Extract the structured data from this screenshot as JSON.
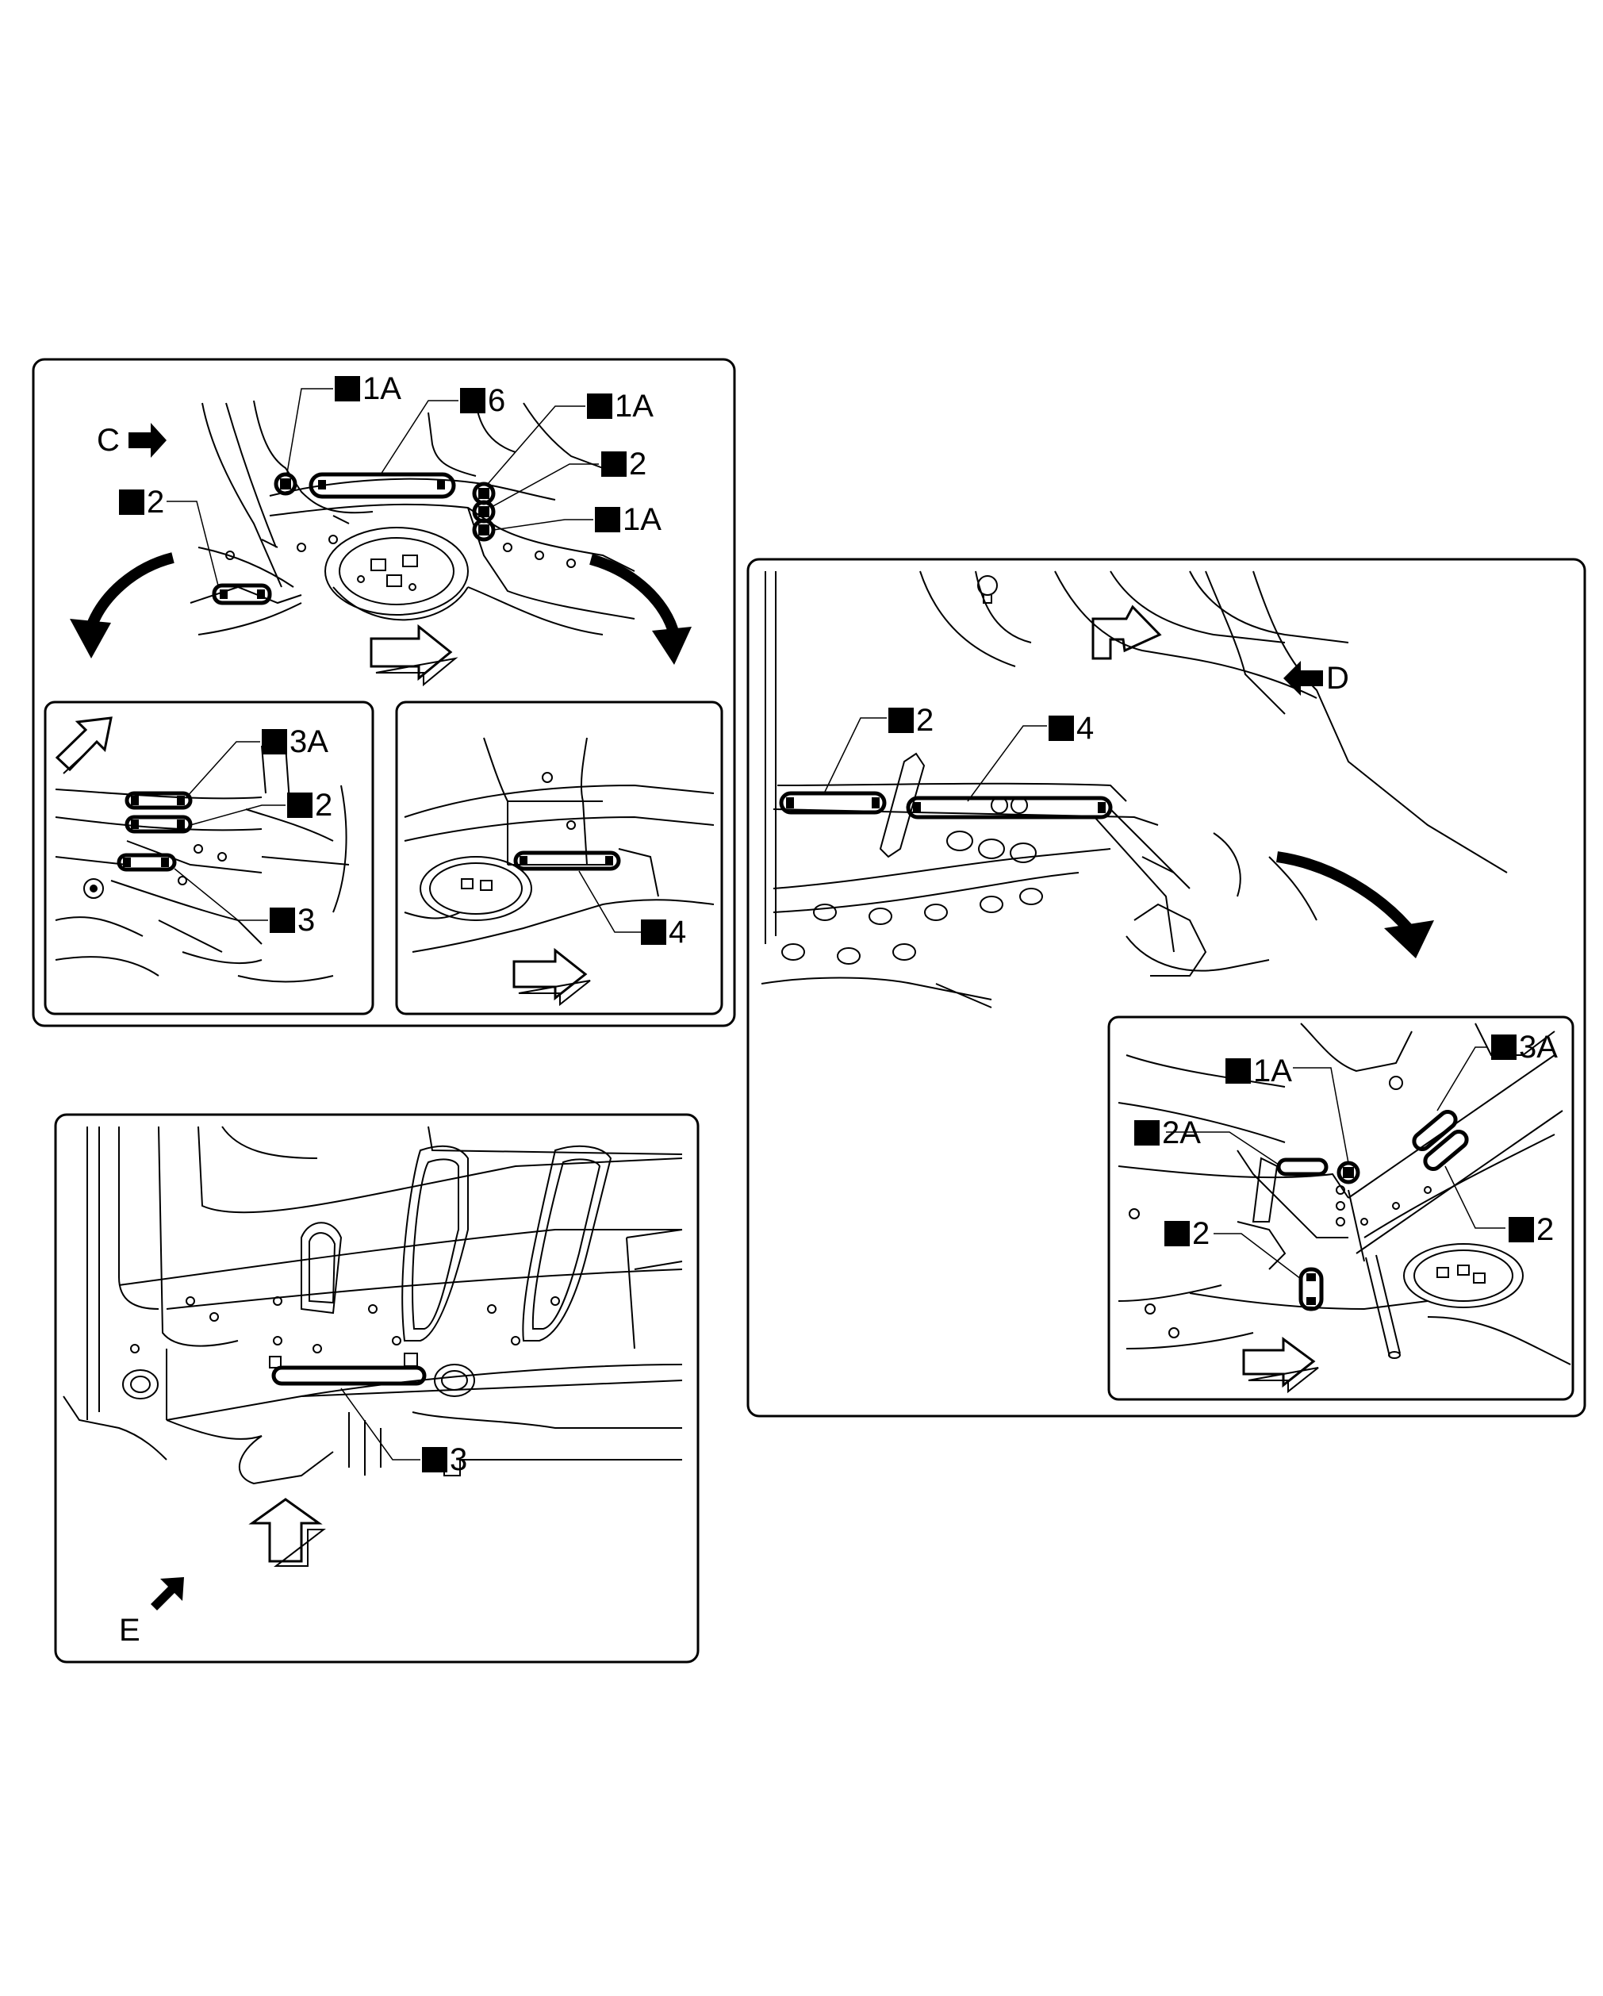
{
  "panel_top_left": {
    "view_marker": "C",
    "labels": {
      "l1": "1A",
      "l2": "6",
      "l3": "1A",
      "l4": "2",
      "l5": "1A",
      "l6": "2"
    }
  },
  "panel_sub_left": {
    "labels": {
      "l1": "3A",
      "l2": "2",
      "l3": "3"
    }
  },
  "panel_sub_right": {
    "labels": {
      "l1": "4"
    }
  },
  "panel_right": {
    "view_marker": "D",
    "labels": {
      "l1": "2",
      "l2": "4"
    }
  },
  "panel_right_inset": {
    "labels": {
      "l1": "1A",
      "l2": "3A",
      "l3": "2A",
      "l4": "2",
      "l5": "2"
    }
  },
  "panel_bottom_left": {
    "view_marker": "E",
    "labels": {
      "l1": "3"
    }
  }
}
